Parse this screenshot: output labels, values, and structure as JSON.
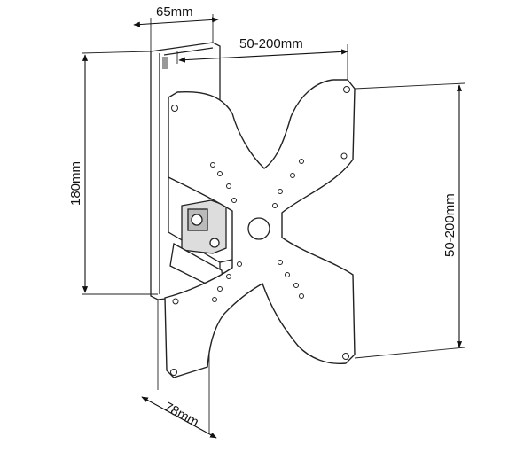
{
  "diagram": {
    "dimensions": {
      "top_depth": "65mm",
      "vesa_horizontal": "50-200mm",
      "height": "180mm",
      "vesa_vertical": "50-200mm",
      "bottom_depth": "78mm"
    }
  }
}
